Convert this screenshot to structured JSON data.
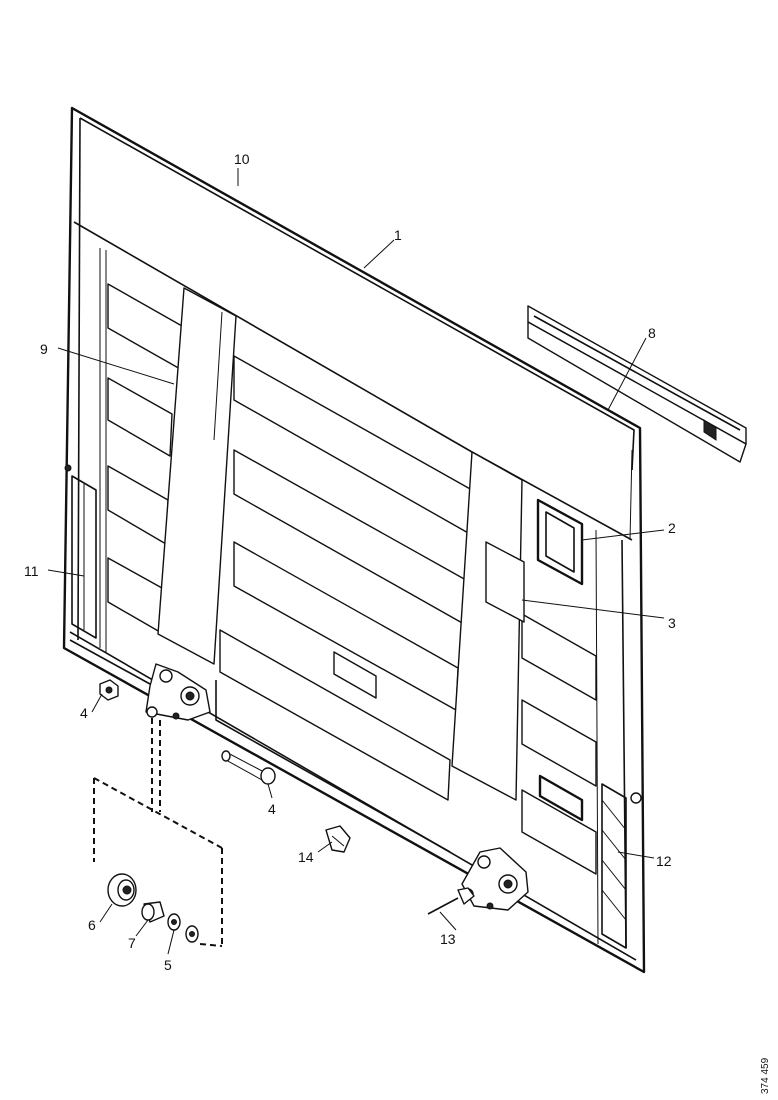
{
  "callouts": {
    "c1": "1",
    "c2": "2",
    "c3": "3",
    "c4a": "4",
    "c4b": "4",
    "c5": "5",
    "c6": "6",
    "c7": "7",
    "c8": "8",
    "c9": "9",
    "c10": "10",
    "c11": "11",
    "c12": "12",
    "c13": "13",
    "c14": "14"
  },
  "drawing_number": "374 459"
}
